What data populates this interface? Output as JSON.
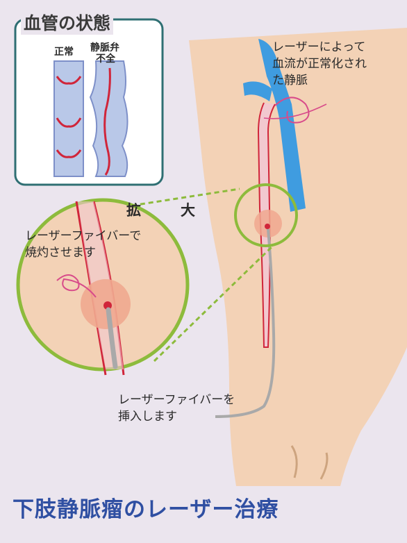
{
  "title": "下肢静脈瘤のレーザー治療",
  "inset": {
    "title": "血管の状態",
    "normal_label": "正常",
    "incompetent_label_line1": "静脈弁",
    "incompetent_label_line2": "不全"
  },
  "zoom_label": "拡　大",
  "callouts": {
    "normalized_line1": "レーザーによって",
    "normalized_line2": "血流が正常化され",
    "normalized_line3": "た静脈",
    "cauterize_line1": "レーザーファイバーで",
    "cauterize_line2": "焼灼させます",
    "insert_line1": "レーザーファイバーを",
    "insert_line2": "挿入します"
  },
  "colors": {
    "background": "#ebe5ee",
    "skin": "#f3d2b6",
    "vein_red": "#d0253a",
    "vein_blue": "#3f9ce0",
    "zoom_circle": "#8dbb3c",
    "title_blue": "#2f4fa2",
    "fiber_gray": "#a9a9a9"
  }
}
